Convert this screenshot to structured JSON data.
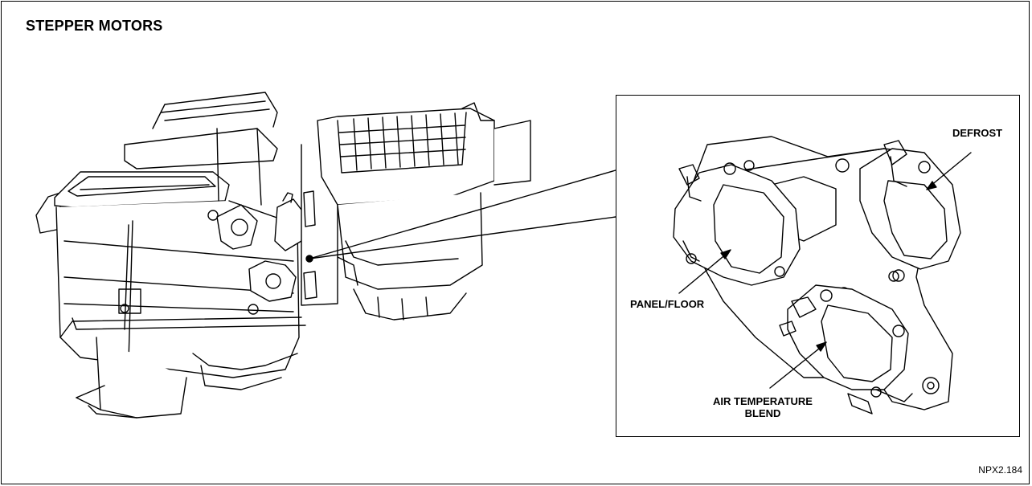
{
  "title": "STEPPER MOTORS",
  "figure_number": "NPX2.184",
  "callouts": {
    "defrost": "DEFROST",
    "panel_floor": "PANEL/FLOOR",
    "air_temp_line1": "AIR TEMPERATURE",
    "air_temp_line2": "BLEND"
  },
  "colors": {
    "line": "#000000",
    "background": "#ffffff"
  }
}
